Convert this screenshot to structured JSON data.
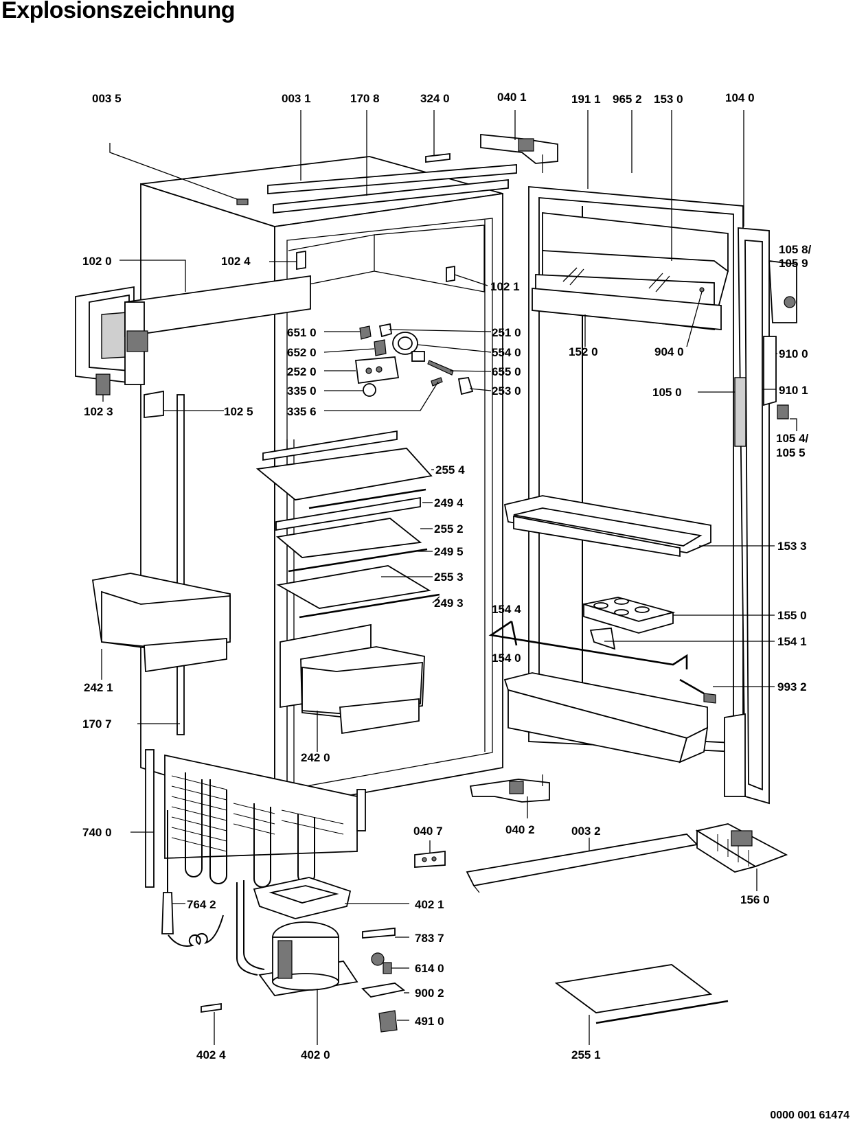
{
  "title": "Explosionszeichnung",
  "document_number": "0000 001 61474",
  "callouts": {
    "p0035": "003 5",
    "p0031": "003 1",
    "p1708": "170 8",
    "p3240": "324 0",
    "p0401": "040 1",
    "p1911": "191 1",
    "p9652": "965 2",
    "p1530": "153 0",
    "p1040": "104 0",
    "p1058": "105 8/",
    "p1059": "105 9",
    "p1020": "102 0",
    "p1024": "102 4",
    "p1021": "102 1",
    "p6510": "651 0",
    "p2510": "251 0",
    "p6520": "652 0",
    "p5540": "554 0",
    "p2520": "252 0",
    "p6550": "655 0",
    "p3350": "335 0",
    "p2530": "253 0",
    "p3356": "335 6",
    "p1023": "102 3",
    "p1025": "102 5",
    "p1520": "152 0",
    "p9040": "904 0",
    "p9100": "910 0",
    "p1050": "105 0",
    "p9101": "910 1",
    "p1054": "105 4/",
    "p1055": "105 5",
    "p2554": "255 4",
    "p2494": "249 4",
    "p2552": "255 2",
    "p2495": "249 5",
    "p2553": "255 3",
    "p2493": "249 3",
    "p1533": "153 3",
    "p1544": "154 4",
    "p1550": "155 0",
    "p1541": "154 1",
    "p1540": "154 0",
    "p9932": "993 2",
    "p2421": "242 1",
    "p1707": "170 7",
    "p2420": "242 0",
    "p7400": "740 0",
    "p0407": "040 7",
    "p0402": "040 2",
    "p0032": "003 2",
    "p1560": "156 0",
    "p7642": "764 2",
    "p4021": "402 1",
    "p7837": "783 7",
    "p6140": "614 0",
    "p9002": "900 2",
    "p4910": "491 0",
    "p4024": "402 4",
    "p4020": "402 0",
    "p2551": "255 1"
  }
}
